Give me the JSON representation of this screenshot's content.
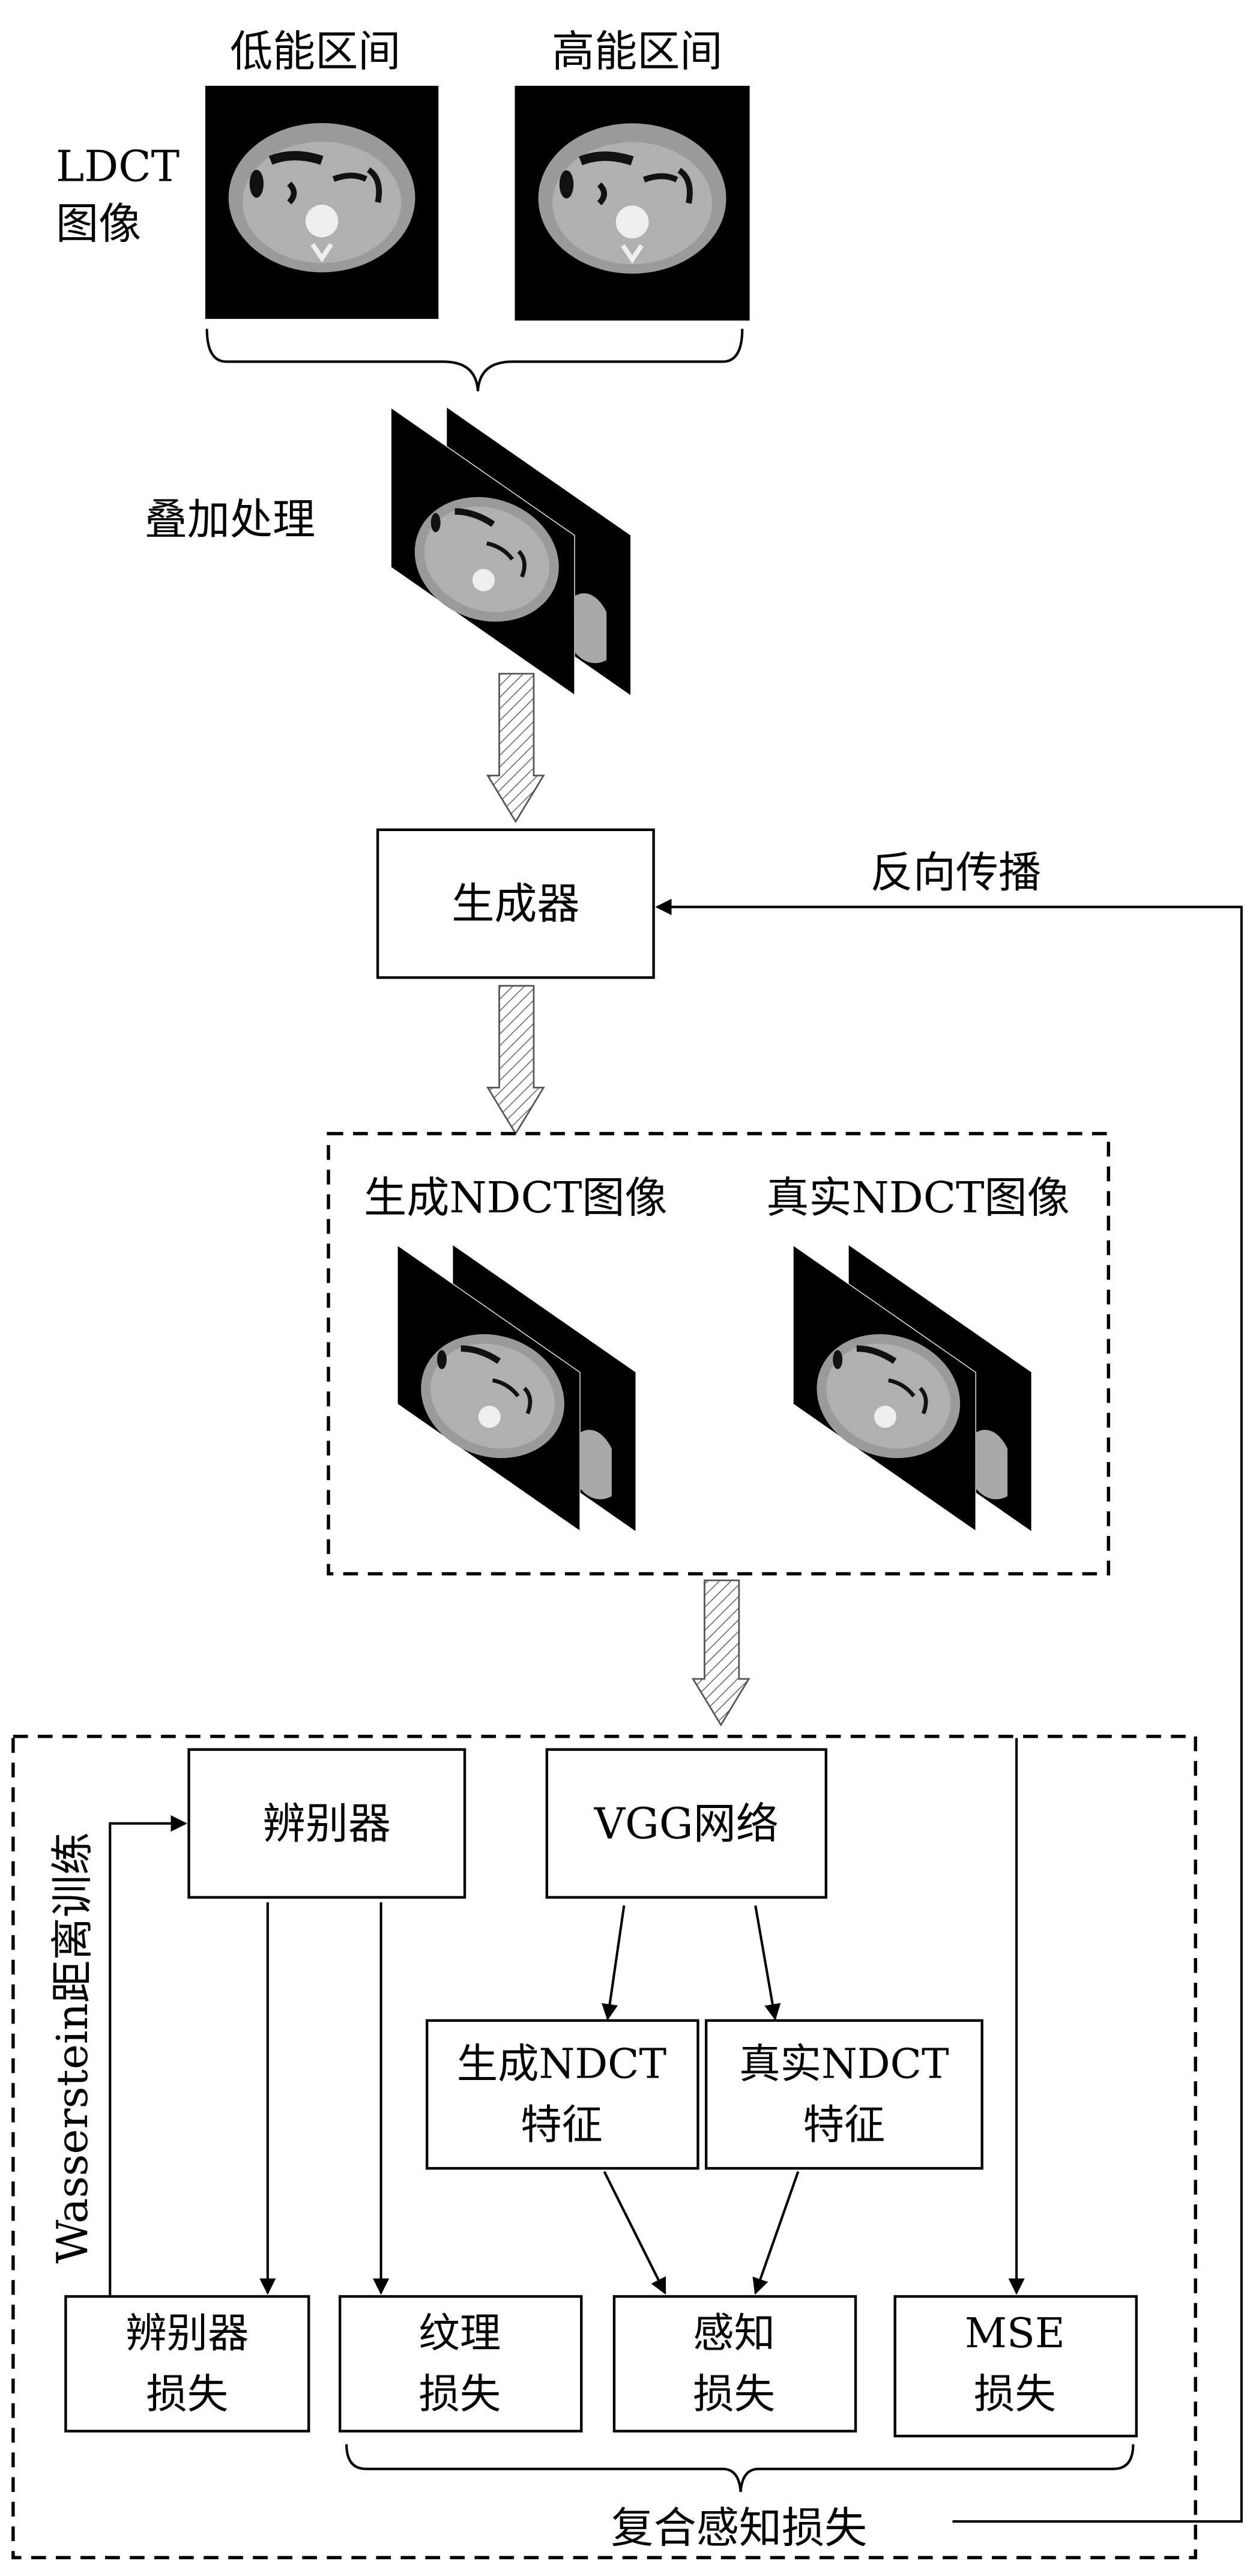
{
  "input": {
    "low_energy_label": "低能区间",
    "high_energy_label": "高能区间",
    "ldct_label_line1": "LDCT",
    "ldct_label_line2": "图像",
    "stack_label": "叠加处理"
  },
  "generator": {
    "label": "生成器"
  },
  "backprop": {
    "label": "反向传播"
  },
  "ndct": {
    "generated_label": "生成NDCT图像",
    "real_label": "真实NDCT图像"
  },
  "training": {
    "discriminator": "辨别器",
    "vgg": "VGG网络",
    "gen_feature_line1": "生成NDCT",
    "gen_feature_line2": "特征",
    "real_feature_line1": "真实NDCT",
    "real_feature_line2": "特征",
    "wasserstein_label": "Wasserstein距离训练",
    "losses": [
      {
        "line1": "辨别器",
        "line2": "损失"
      },
      {
        "line1": "纹理",
        "line2": "损失"
      },
      {
        "line1": "感知",
        "line2": "损失"
      },
      {
        "line1": "MSE",
        "line2": "损失"
      }
    ],
    "composite_label": "复合感知损失"
  }
}
